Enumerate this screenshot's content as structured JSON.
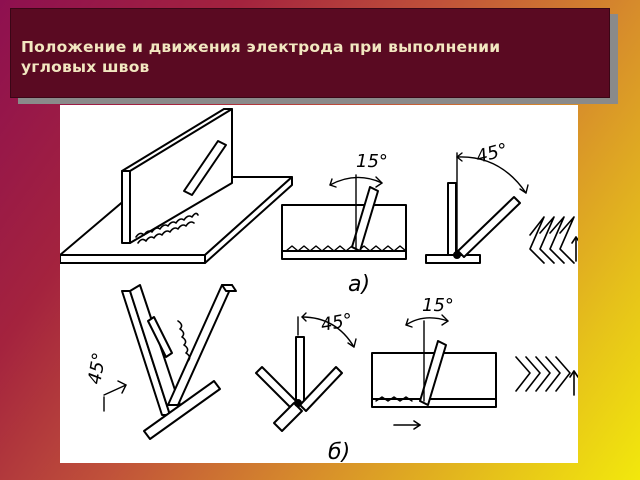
{
  "slide": {
    "title": "Положение и движения электрода при выполнении угловых швов"
  },
  "figure": {
    "labels": {
      "angle_15_a": "15°",
      "angle_45_a": "45°",
      "part_a": "а)",
      "angle_45_b_vertical": "45°",
      "angle_45_b_fillet": "45°",
      "angle_15_b": "15°",
      "part_b": "б)"
    }
  }
}
